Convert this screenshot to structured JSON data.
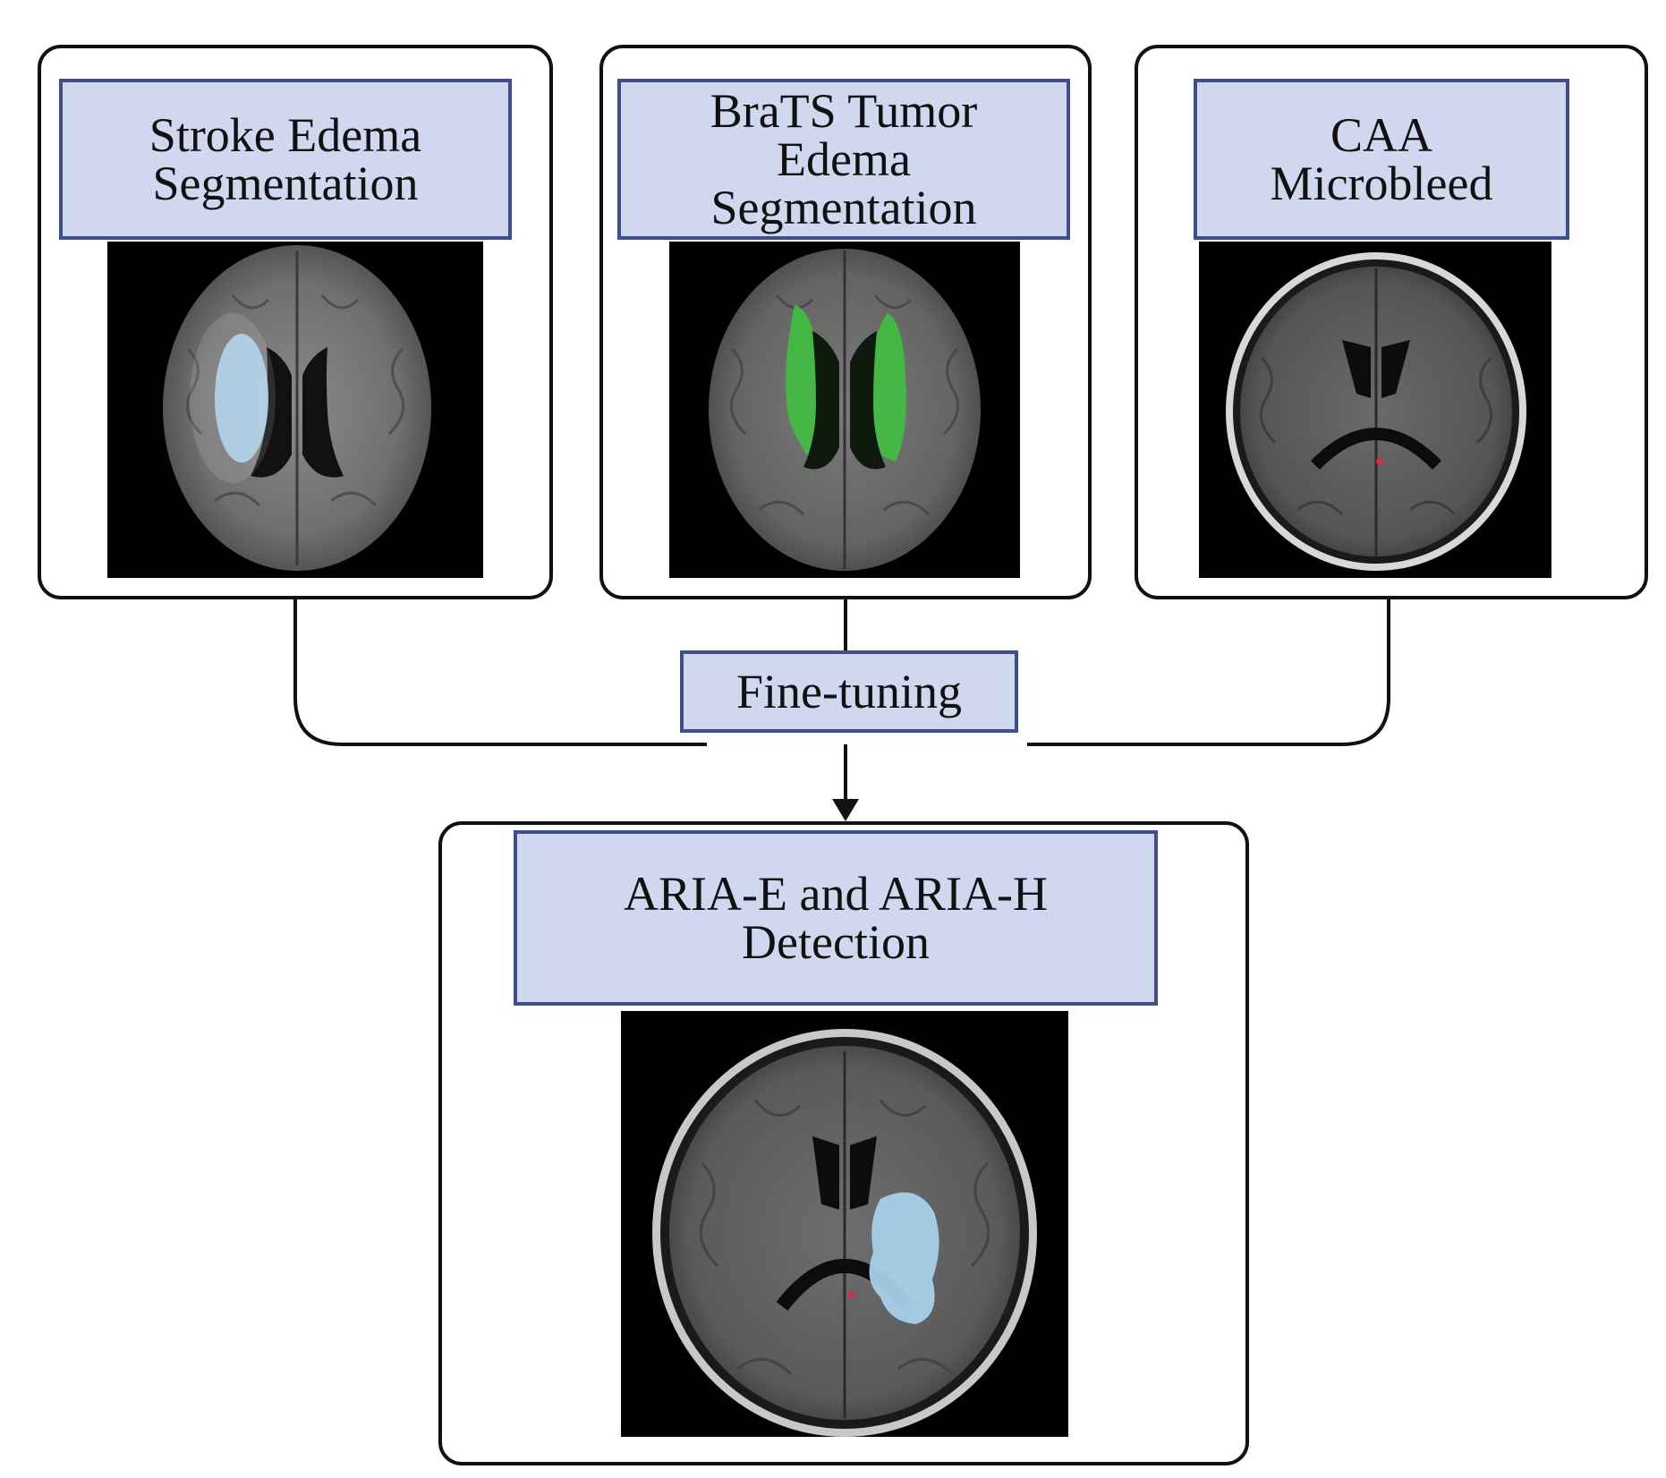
{
  "source_tasks": [
    {
      "id": "stroke",
      "label": "Stroke Edema\nSegmentation",
      "overlay": "light-blue-edema-left"
    },
    {
      "id": "brats",
      "label": "BraTS Tumor\nEdema\nSegmentation",
      "overlay": "green-edema-bilateral"
    },
    {
      "id": "caa",
      "label": "CAA\nMicrobleed",
      "overlay": "red-microbleed-dot"
    }
  ],
  "fine_tuning": {
    "label": "Fine-tuning"
  },
  "target_task": {
    "label": "ARIA-E and ARIA-H\nDetection",
    "overlay": "light-blue-edema-right-and-red-dot"
  },
  "colors": {
    "label_fill": "#cfd8ee",
    "label_border": "#3d4f8c",
    "line": "#111111",
    "edema_blue": "#a9d0ea",
    "edema_green": "#3fbf3f",
    "microbleed_red": "#d23040"
  }
}
